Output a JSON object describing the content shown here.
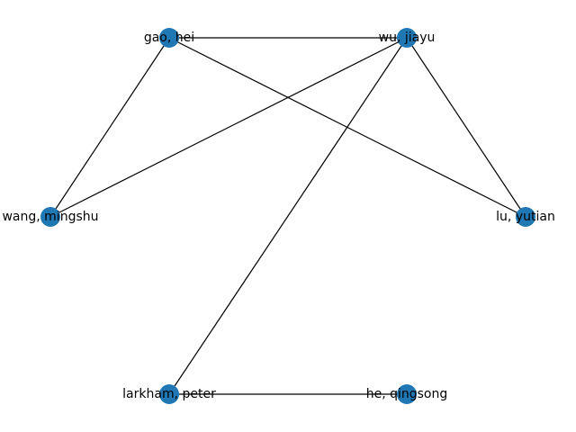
{
  "graph": {
    "node_color": "#1f77b4",
    "edge_color": "#000000",
    "nodes": [
      {
        "id": "gao",
        "label": "gao, hei"
      },
      {
        "id": "wu",
        "label": "wu, jiayu"
      },
      {
        "id": "wang",
        "label": "wang, mingshu"
      },
      {
        "id": "lu",
        "label": "lu, yutian"
      },
      {
        "id": "larkham",
        "label": "larkham, peter"
      },
      {
        "id": "he",
        "label": "he, qingsong"
      }
    ],
    "edges": [
      [
        "gao",
        "wu"
      ],
      [
        "gao",
        "wang"
      ],
      [
        "gao",
        "lu"
      ],
      [
        "wu",
        "wang"
      ],
      [
        "wu",
        "lu"
      ],
      [
        "wu",
        "larkham"
      ],
      [
        "larkham",
        "he"
      ]
    ]
  }
}
